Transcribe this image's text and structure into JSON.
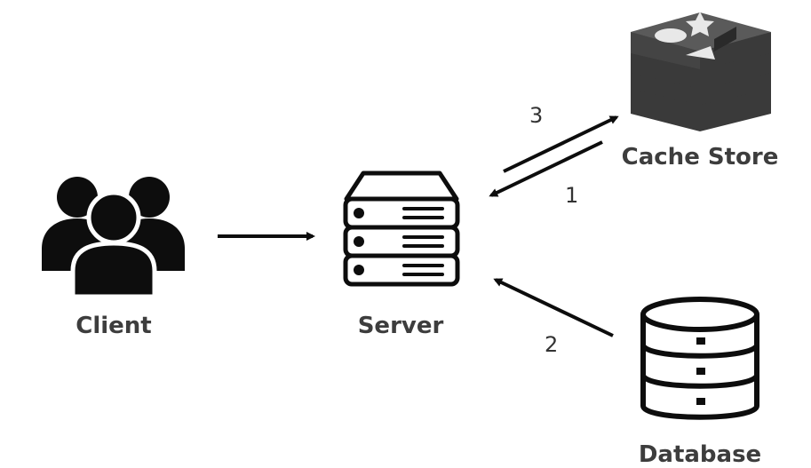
{
  "nodes": {
    "client": {
      "label": "Client",
      "icon": "users-icon"
    },
    "server": {
      "label": "Server",
      "icon": "server-icon"
    },
    "cache": {
      "label": "Cache Store",
      "icon": "redis-stack-icon"
    },
    "database": {
      "label": "Database",
      "icon": "database-icon"
    }
  },
  "edges": [
    {
      "from": "client",
      "to": "server",
      "label": ""
    },
    {
      "from": "server",
      "to": "cache",
      "label": "3"
    },
    {
      "from": "cache",
      "to": "server",
      "label": "1"
    },
    {
      "from": "database",
      "to": "server",
      "label": "2"
    }
  ],
  "colors": {
    "icon": "#0d0d0d",
    "cache_icon": "#4a4a4a",
    "cache_icon_light": "#e8e8e8",
    "label": "#3d3d3d",
    "background": "#ffffff"
  }
}
